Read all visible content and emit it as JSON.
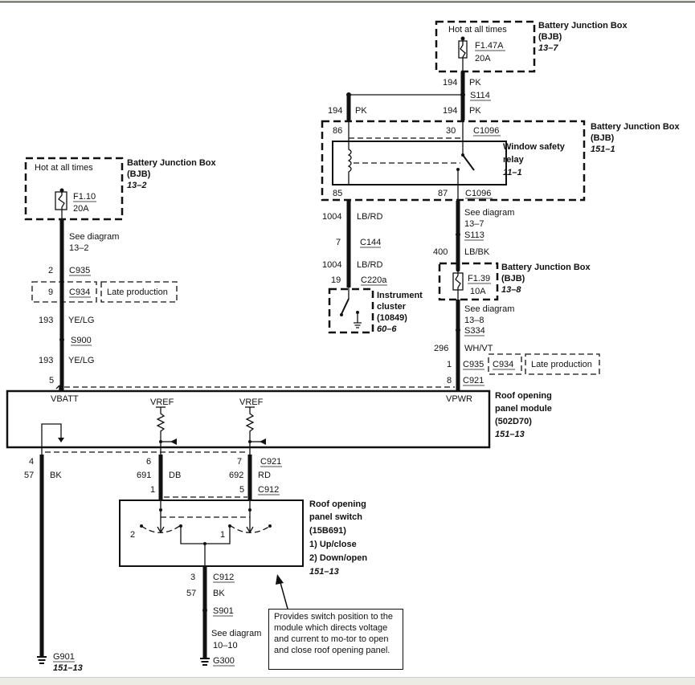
{
  "diagram": {
    "title": "Roof opening panel wiring diagram",
    "bjb_top": {
      "hot_label": "Hot at all times",
      "fuse": "F1.47A",
      "rating": "20A",
      "name": "Battery Junction Box",
      "abbr": "(BJB)",
      "ref": "13–7"
    },
    "bjb_left": {
      "hot_label": "Hot at all times",
      "fuse": "F1.10",
      "rating": "20A",
      "name": "Battery Junction Box",
      "abbr": "(BJB)",
      "ref": "13–2"
    },
    "bjb_relay": {
      "name": "Battery Junction Box",
      "abbr": "(BJB)",
      "ref": "151–1",
      "pin86": "86",
      "pin30": "30",
      "pin85": "85",
      "pin87": "87",
      "conn_top": "C1096",
      "conn_bottom": "C1096",
      "relay_name_1": "Window safety",
      "relay_name_2": "relay",
      "relay_ref": "11–1"
    },
    "bjb_f139": {
      "fuse": "F1.39",
      "rating": "10A",
      "name": "Battery Junction Box",
      "abbr": "(BJB)",
      "ref": "13–8"
    },
    "top_wires": {
      "c1_num": "194",
      "c1_color": "PK",
      "splice": "S114",
      "c2_num": "194",
      "c2_color": "PK",
      "c3_num": "194",
      "c3_color": "PK"
    },
    "left_branch": {
      "w1_num": "1004",
      "w1_color": "LB/RD",
      "c144_pin": "7",
      "c144": "C144",
      "w2_num": "1004",
      "w2_color": "LB/RD",
      "c220a_pin": "19",
      "c220a": "C220a",
      "cluster_1": "Instrument",
      "cluster_2": "cluster",
      "cluster_3": "(10849)",
      "cluster_ref": "60–6"
    },
    "right_branch": {
      "see1": "See diagram",
      "see1_ref": "13–7",
      "s113": "S113",
      "w400_num": "400",
      "w400_color": "LB/BK",
      "see2": "See diagram",
      "see2_ref": "13–8",
      "s334": "S334",
      "w296_num": "296",
      "w296_color": "WH/VT",
      "c935_pin": "1",
      "c935": "C935",
      "c934": "C934",
      "late": "Late production",
      "c921_pin": "8",
      "c921": "C921"
    },
    "left_feed": {
      "see": "See diagram",
      "see_ref": "13–2",
      "c935_pin": "2",
      "c935": "C935",
      "c934_pin": "9",
      "c934": "C934",
      "late": "Late production",
      "w1_num": "193",
      "w1_color": "YE/LG",
      "s900": "S900",
      "w2_num": "193",
      "w2_color": "YE/LG",
      "c921_pin": "5"
    },
    "module": {
      "vbatt": "VBATT",
      "vref1": "VREF",
      "vref2": "VREF",
      "vpwr": "VPWR",
      "name_1": "Roof opening",
      "name_2": "panel module",
      "part": "(502D70)",
      "ref": "151–13"
    },
    "module_outputs": {
      "gnd_pin": "4",
      "gnd_num": "57",
      "gnd_color": "BK",
      "db_pin": "6",
      "db_num": "691",
      "db_color": "DB",
      "db_sw_pin": "1",
      "rd_pin": "7",
      "rd_num": "692",
      "rd_color": "RD",
      "rd_sw_pin": "5",
      "c921": "C921",
      "c912": "C912",
      "g901": "G901",
      "g901_ref": "151–13"
    },
    "switch": {
      "name_1": "Roof opening",
      "name_2": "panel switch",
      "part": "(15B691)",
      "opt1": "1)   Up/close",
      "opt2": "2)   Down/open",
      "ref": "151–13",
      "pos_left": "2",
      "pos_right": "1",
      "out_pin": "3",
      "out_conn": "C912",
      "out_num": "57",
      "out_color": "BK",
      "s901": "S901",
      "see": "See diagram",
      "see_ref": "10–10",
      "g300": "G300"
    },
    "note": "Provides switch position to the module which directs voltage and current to mo-tor to open and close roof opening panel."
  }
}
